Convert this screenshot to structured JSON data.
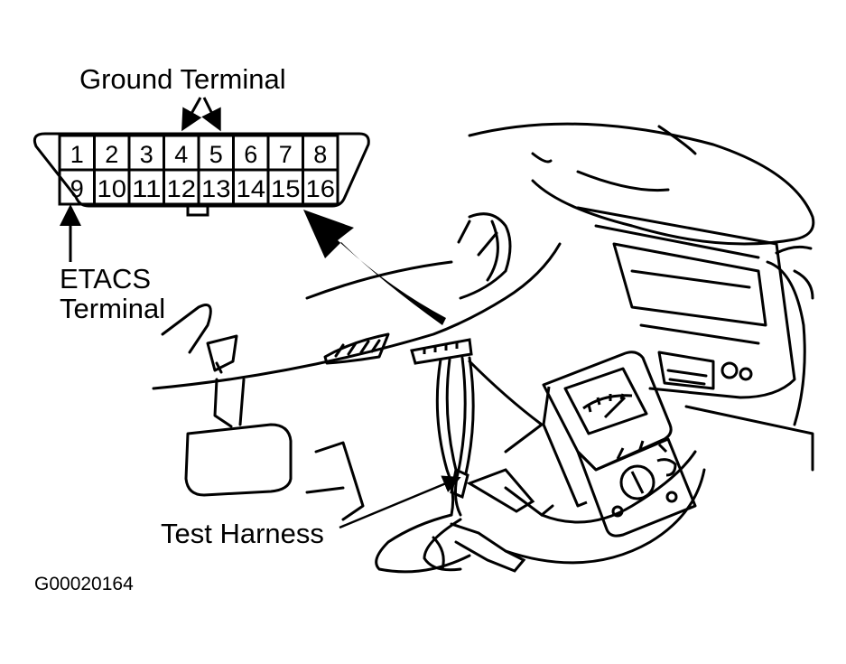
{
  "labels": {
    "ground_terminal": "Ground Terminal",
    "etacs_terminal_line1": "ETACS",
    "etacs_terminal_line2": "Terminal",
    "test_harness": "Test Harness",
    "figure_id": "G00020164"
  },
  "connector": {
    "top_row": [
      "1",
      "2",
      "3",
      "4",
      "5",
      "6",
      "7",
      "8"
    ],
    "bottom_row": [
      "9",
      "10",
      "11",
      "12",
      "13",
      "14",
      "15",
      "16"
    ]
  },
  "colors": {
    "ink": "#000000",
    "paper": "#ffffff"
  }
}
